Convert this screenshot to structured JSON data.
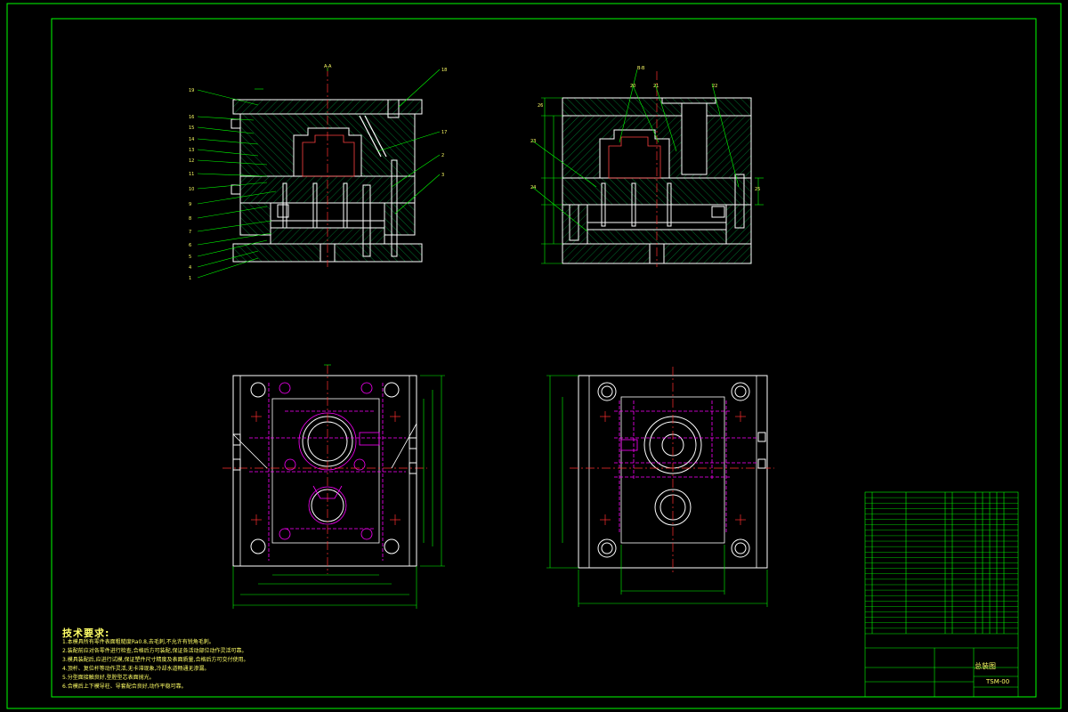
{
  "drawing": {
    "technical_requirements_title": "技术要求:",
    "technical_requirements": [
      "1.本模具所有零件表面粗糙度Ra0.8,去毛刺,不允许有锐角毛刺。",
      "2.装配前应对各零件进行检查,合格后方可装配,保证各活动部位动作灵活可靠。",
      "3.模具装配后,应进行试模,保证塑件尺寸精度及表面质量,合格后方可交付使用。",
      "4.顶杆、复位杆等动作灵活,无卡滞现象,冷却水道畅通无渗漏。",
      "5.分型面接触良好,型腔型芯表面抛光。",
      "6.合模后上下模导柱、导套配合良好,动作平稳可靠。"
    ],
    "title_block": {
      "name": "总装图",
      "code": "TSM-00"
    },
    "balloons_left": [
      "1",
      "2",
      "3",
      "4",
      "5",
      "6",
      "7",
      "8",
      "9",
      "10",
      "11",
      "12",
      "13",
      "14",
      "15",
      "16",
      "17",
      "18",
      "19"
    ],
    "balloons_right": [
      "20",
      "21",
      "22",
      "23",
      "24",
      "25",
      "26"
    ],
    "colors": {
      "border": "#00ff00",
      "outline": "#ffffff",
      "hatch": "#00b050",
      "centerline": "#ff3030",
      "hidden": "#ff00ff",
      "dimension": "#00ff00",
      "text": "#ffff66"
    }
  }
}
